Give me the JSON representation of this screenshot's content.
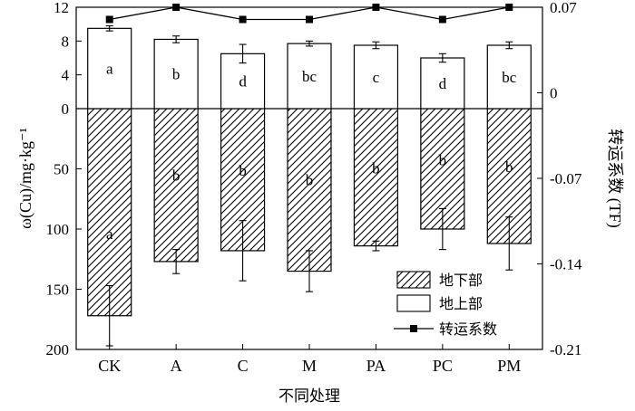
{
  "chart_data": {
    "type": "bar",
    "xlabel": "不同处理",
    "ylabel_left": "ω(Cu)/mg·kg⁻¹",
    "ylabel_right": "转运系数 (TF)",
    "categories": [
      "CK",
      "A",
      "C",
      "M",
      "PA",
      "PC",
      "PM"
    ],
    "y_left_ticks_above": [
      "12",
      "8",
      "4",
      "0"
    ],
    "y_left_ticks_below": [
      "50",
      "100",
      "150",
      "200"
    ],
    "y_right_ticks": [
      "0.07",
      "0",
      "-0.07",
      "-0.14",
      "-0.21"
    ],
    "above_scale_limit": [
      0,
      12
    ],
    "below_scale_limit": [
      0,
      200
    ],
    "right_axis_limit": [
      -0.21,
      0.07
    ],
    "series": [
      {
        "name": "地下部",
        "values": [
          172,
          127,
          118,
          135,
          114,
          100,
          112
        ],
        "errors": [
          25,
          10,
          25,
          17,
          4,
          17,
          22
        ],
        "significance": [
          "a",
          "b",
          "b",
          "b",
          "b",
          "b",
          "b"
        ]
      },
      {
        "name": "地上部",
        "values": [
          9.5,
          8.2,
          6.5,
          7.7,
          7.5,
          6.0,
          7.5
        ],
        "errors": [
          0.3,
          0.4,
          1.1,
          0.3,
          0.4,
          0.5,
          0.4
        ],
        "significance": [
          "a",
          "b",
          "d",
          "bc",
          "c",
          "d",
          "bc"
        ]
      },
      {
        "name": "转运系数",
        "values": [
          0.06,
          0.07,
          0.06,
          0.06,
          0.07,
          0.06,
          0.07
        ]
      }
    ]
  }
}
